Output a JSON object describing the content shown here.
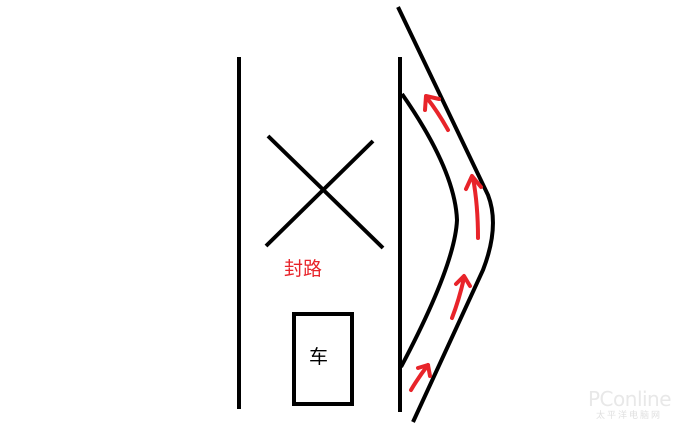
{
  "labels": {
    "road_closed": "封路",
    "car": "车"
  },
  "watermark": {
    "brand": "PConline",
    "tagline": "太平洋电脑网"
  },
  "colors": {
    "line": "#000000",
    "arrow": "#e8242a",
    "label_closed": "#e8242a",
    "label_car": "#000000",
    "background": "#ffffff"
  },
  "icons": {
    "closed_marker": "x-cross",
    "detour_arrows": "arrow-up"
  }
}
